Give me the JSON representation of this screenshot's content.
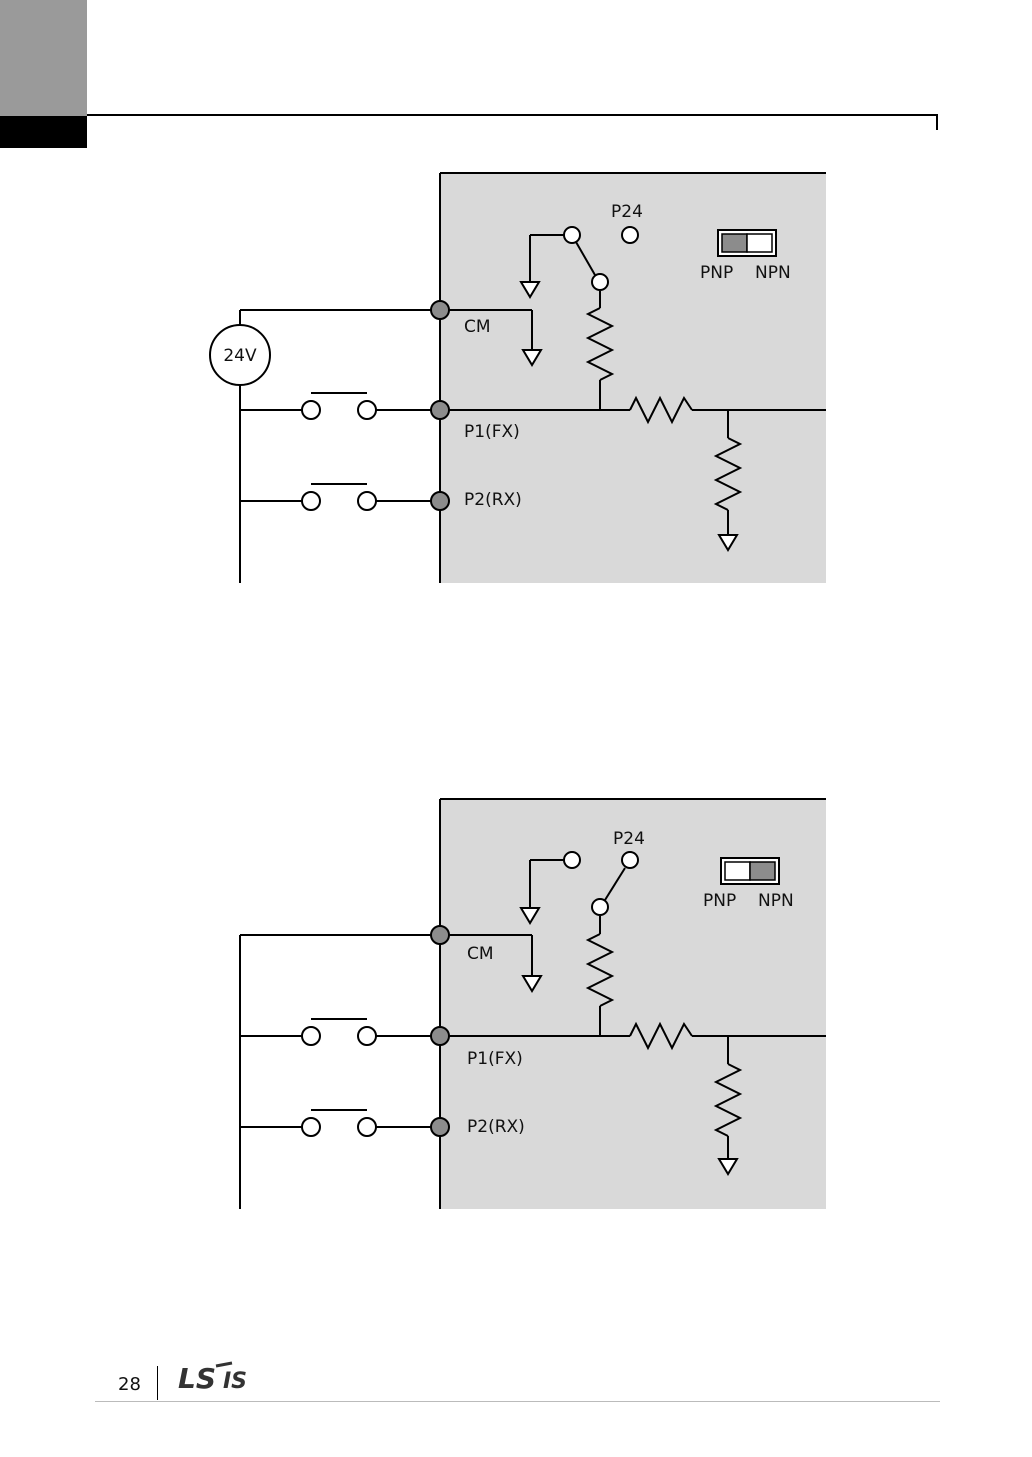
{
  "header": {
    "accent_color": "#9a9a9a"
  },
  "diagrams": [
    {
      "source_label": "24V",
      "p24_label": "P24",
      "cm_label": "CM",
      "p1_label": "P1(FX)",
      "p2_label": "P2(RX)",
      "pnp_label": "PNP",
      "npn_label": "NPN",
      "switch_position": "PNP"
    },
    {
      "p24_label": "P24",
      "cm_label": "CM",
      "p1_label": "P1(FX)",
      "p2_label": "P2(RX)",
      "pnp_label": "PNP",
      "npn_label": "NPN",
      "switch_position": "NPN"
    }
  ],
  "footer": {
    "page_number": "28",
    "logo_text": "LS IS"
  },
  "colors": {
    "panel": "#d9d9d9",
    "terminal": "#8c8c8c",
    "switch_fill": "#8c8c8c"
  }
}
